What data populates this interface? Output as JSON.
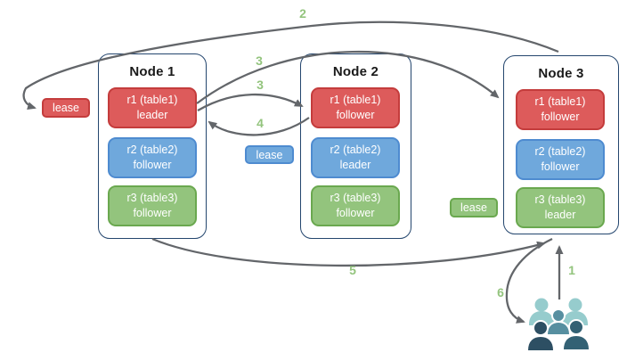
{
  "diagram": {
    "nodes": [
      {
        "title": "Node 1",
        "replicas": [
          {
            "label": "r1 (table1)",
            "role": "leader",
            "color": "#dd5b5b"
          },
          {
            "label": "r2 (table2)",
            "role": "follower",
            "color": "#6fa8dc"
          },
          {
            "label": "r3 (table3)",
            "role": "follower",
            "color": "#93c47d"
          }
        ]
      },
      {
        "title": "Node 2",
        "replicas": [
          {
            "label": "r1 (table1)",
            "role": "follower",
            "color": "#dd5b5b"
          },
          {
            "label": "r2 (table2)",
            "role": "leader",
            "color": "#6fa8dc"
          },
          {
            "label": "r3 (table3)",
            "role": "follower",
            "color": "#93c47d"
          }
        ]
      },
      {
        "title": "Node 3",
        "replicas": [
          {
            "label": "r1 (table1)",
            "role": "follower",
            "color": "#dd5b5b"
          },
          {
            "label": "r2 (table2)",
            "role": "follower",
            "color": "#6fa8dc"
          },
          {
            "label": "r3 (table3)",
            "role": "leader",
            "color": "#93c47d"
          }
        ]
      }
    ],
    "leases": [
      {
        "label": "lease",
        "color": "#dd5b5b"
      },
      {
        "label": "lease",
        "color": "#6fa8dc"
      },
      {
        "label": "lease",
        "color": "#93c47d"
      }
    ],
    "steps": {
      "s1": "1",
      "s2": "2",
      "s3_to_node2": "3",
      "s3_to_node3": "3",
      "s4": "4",
      "s5": "5",
      "s6": "6"
    },
    "colors": {
      "leader_red": "#dd5b5b",
      "follower_blue": "#6fa8dc",
      "replica_green": "#93c47d",
      "node_border": "#24466e",
      "arrow_gray": "#63666a",
      "step_label_green": "#93c47d",
      "users_back": "#96cccd",
      "users_middle": "#578fa0",
      "users_front": "#2d4f63"
    },
    "icons": {
      "users_icon": "group-of-users"
    }
  }
}
